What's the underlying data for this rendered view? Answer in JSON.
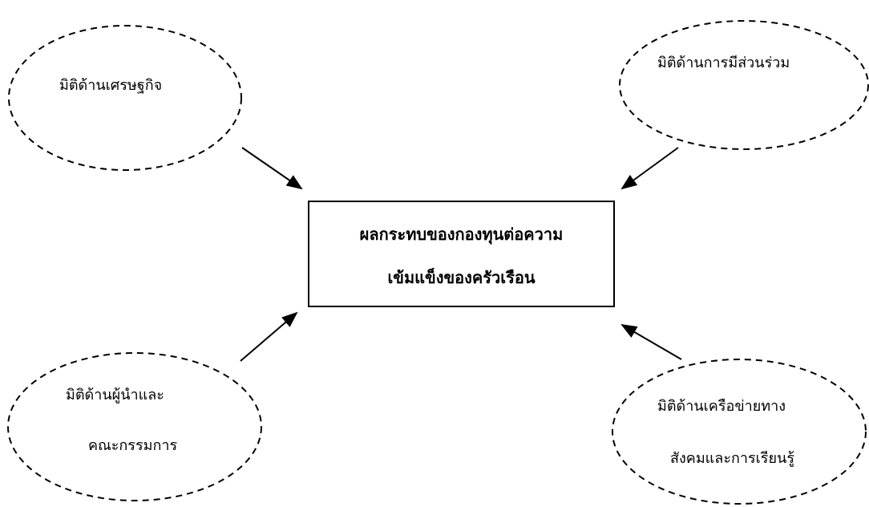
{
  "center": {
    "line1": "ผลกระทบของกองทุนต่อความ",
    "line2": "เข้มแข็งของครัวเรือน"
  },
  "nodes": {
    "economic": {
      "line1": "มิติด้านเศรษฐกิจ"
    },
    "participation": {
      "line1": "มิติด้านการมีส่วนร่วม"
    },
    "leadership": {
      "line1": "มิติด้านผู้นำและ",
      "line2": "คณะกรรมการ"
    },
    "network": {
      "line1": "มิติด้านเครือข่ายทาง",
      "line2": "สังคมและการเรียนรู้"
    }
  },
  "colors": {
    "stroke": "#000000",
    "background": "#ffffff"
  }
}
